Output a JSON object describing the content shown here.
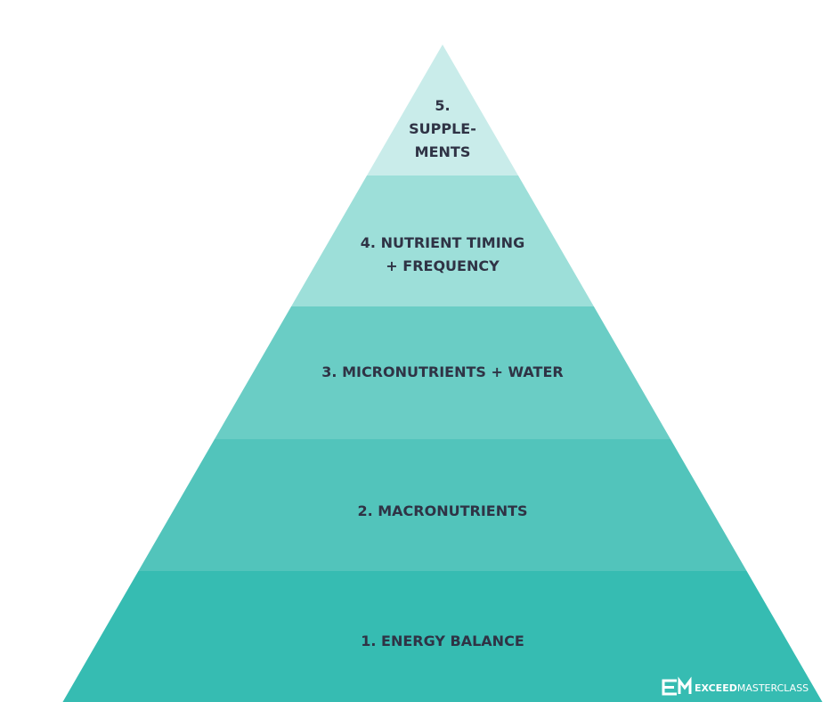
{
  "title": "Nutrition priority pyramid",
  "levels": [
    {
      "lines": [
        "5.",
        "SUPPLE-",
        "MENTS"
      ],
      "color": "#c9ecea"
    },
    {
      "lines": [
        "4. NUTRIENT TIMING",
        "+ FREQUENCY"
      ],
      "color": "#9ddfd9"
    },
    {
      "lines": [
        "3. MICRONUTRIENTS + WATER"
      ],
      "color": "#6acdc5"
    },
    {
      "lines": [
        "2. MACRONUTRIENTS"
      ],
      "color": "#52c4bb"
    },
    {
      "lines": [
        "1. ENERGY BALANCE"
      ],
      "color": "#36bcb2"
    }
  ],
  "logo": {
    "bold": "EXCEED",
    "regular": "MASTERCLASS",
    "mark": "EM"
  }
}
